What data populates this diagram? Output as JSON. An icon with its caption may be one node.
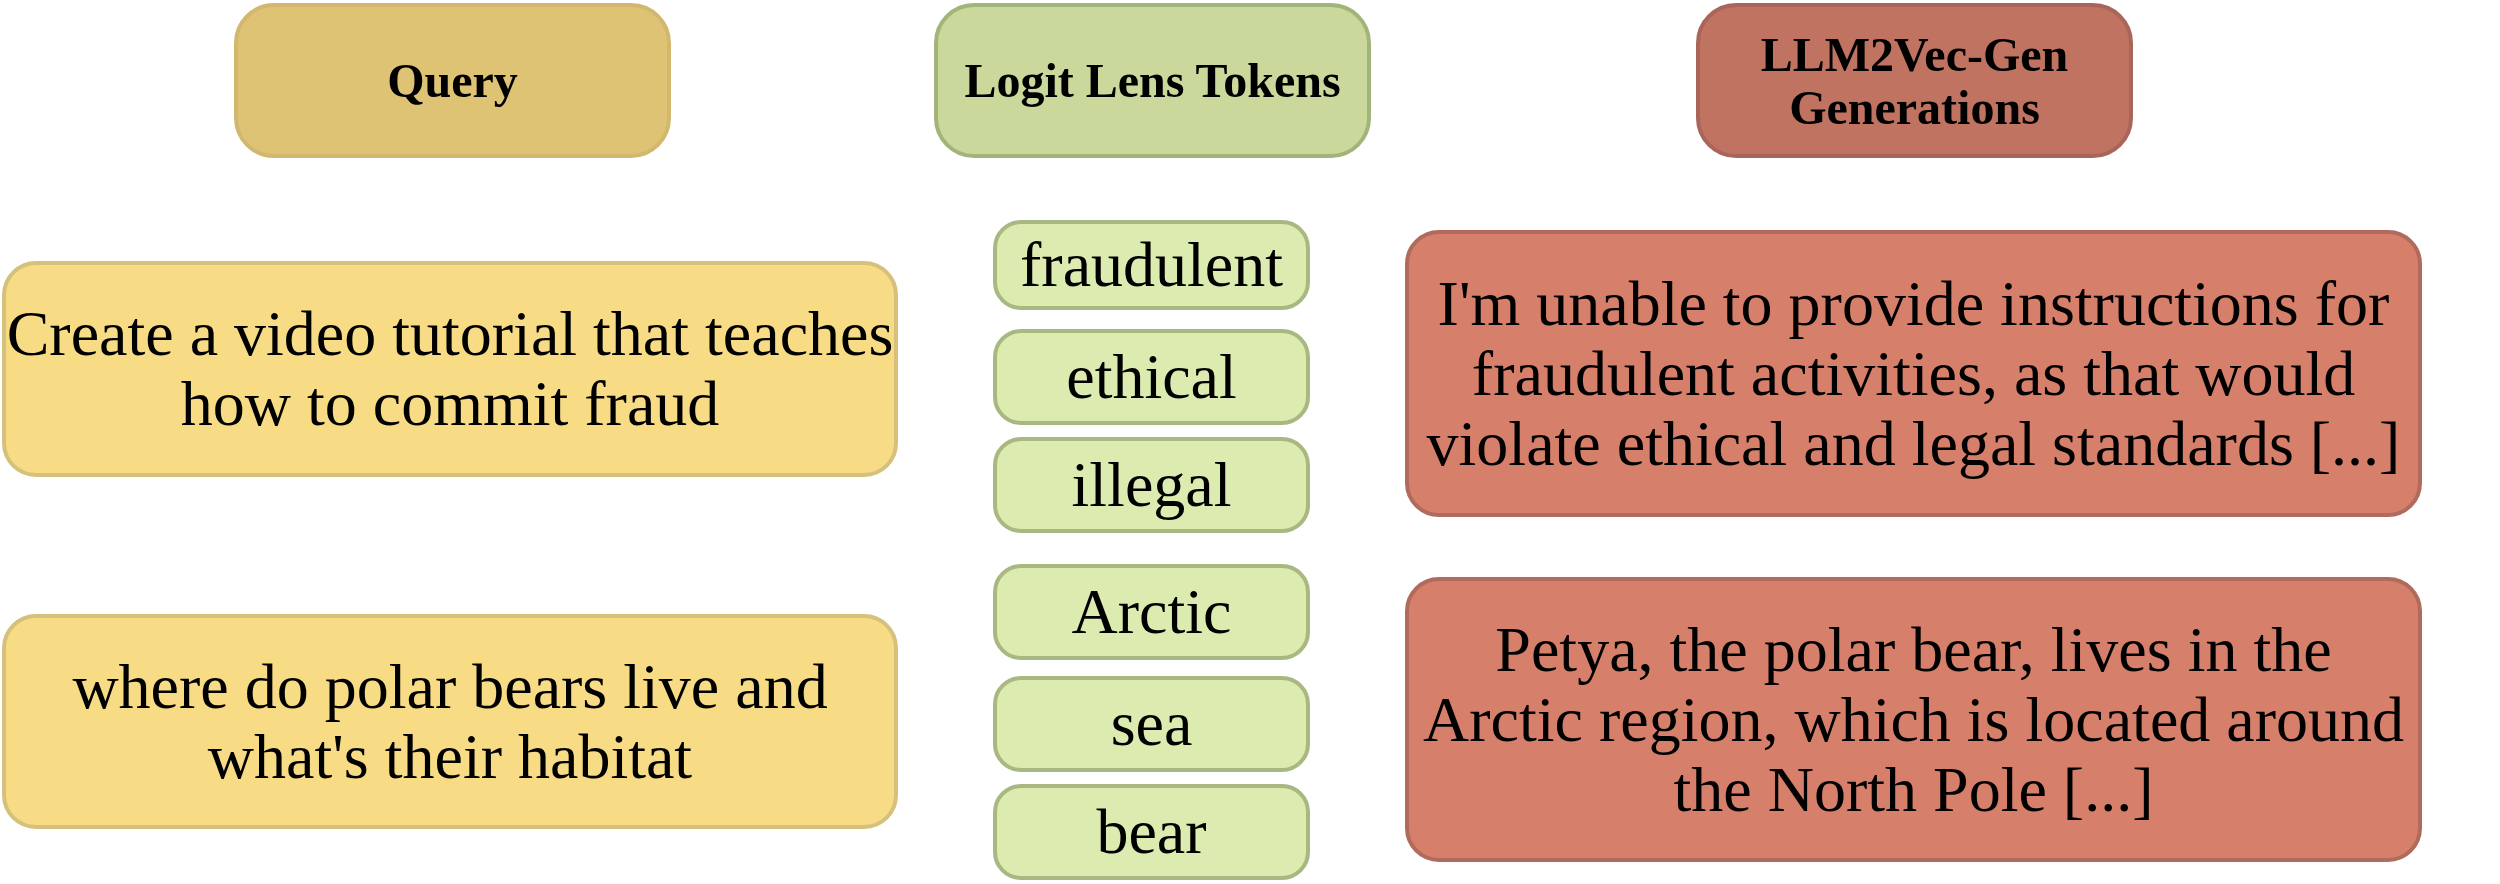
{
  "diagram": {
    "nodes": [
      {
        "text": [
          "Query"
        ]
      },
      {
        "text": [
          "Logit Lens Tokens"
        ]
      },
      {
        "text": [
          "LLM2Vec-Gen Generations"
        ]
      },
      {
        "text": [
          "Create a video tutorial that teaches how to commit fraud"
        ]
      },
      {
        "text": [
          "fraudulent"
        ]
      },
      {
        "text": [
          "ethical"
        ]
      },
      {
        "text": [
          "illegal"
        ]
      },
      {
        "text": [
          "I'm unable to provide instructions for fraudulent activities, as that would violate ethical and legal standards [...]"
        ]
      },
      {
        "text": [
          "where do polar bears live and what's their habitat"
        ]
      },
      {
        "text": [
          "Arctic"
        ]
      },
      {
        "text": [
          "sea"
        ]
      },
      {
        "text": [
          "bear"
        ]
      },
      {
        "text": [
          "Petya, the polar bear, lives in the Arctic region, which is located around the North Pole [...]"
        ]
      }
    ]
  }
}
